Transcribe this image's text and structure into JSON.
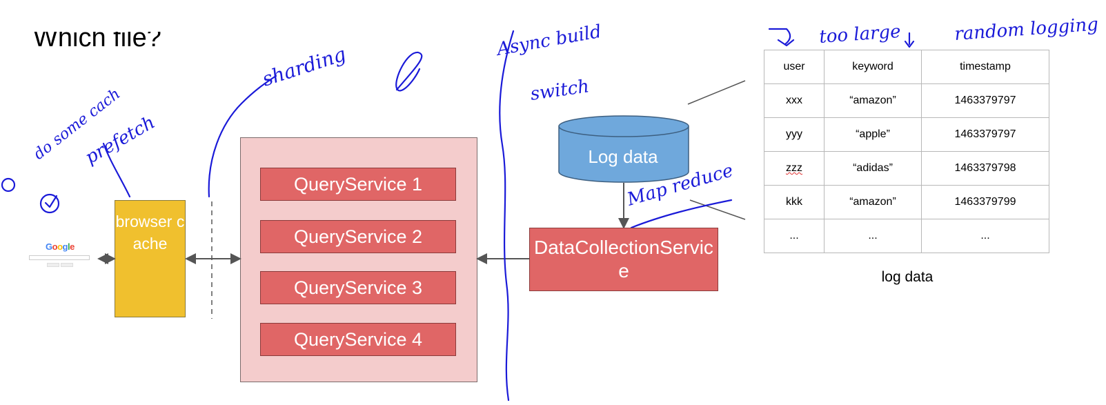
{
  "slide": {
    "title": "Which file?"
  },
  "google": {
    "logo_text": "Google"
  },
  "browser_cache": {
    "label": "browser cache"
  },
  "query_services": [
    {
      "label": "QueryService 1"
    },
    {
      "label": "QueryService 2"
    },
    {
      "label": "QueryService 3"
    },
    {
      "label": "QueryService 4"
    }
  ],
  "log_db": {
    "label": "Log data"
  },
  "data_collection": {
    "label": "DataCollectionService"
  },
  "log_table": {
    "headers": [
      "user",
      "keyword",
      "timestamp"
    ],
    "rows": [
      [
        "xxx",
        "“amazon”",
        "1463379797"
      ],
      [
        "yyy",
        "“apple”",
        "1463379797"
      ],
      [
        "zzz",
        "“adidas”",
        "1463379798"
      ],
      [
        "kkk",
        "“amazon”",
        "1463379799"
      ],
      [
        "...",
        "...",
        "..."
      ]
    ],
    "caption": "log data"
  },
  "annotations": {
    "do_some_cache": "do some cach",
    "prefetch": "prefetch",
    "sharding": "sharding",
    "async_build": "Async build",
    "switch": "switch",
    "too_large": "too large",
    "random_logging": "random logging",
    "map_reduce": "Map reduce"
  },
  "colors": {
    "ink": "#1a1ad8",
    "browser_cache": "#f0c02e",
    "query_container": "#f4cccc",
    "service_box": "#e06666",
    "log_db": "#6fa8dc"
  }
}
